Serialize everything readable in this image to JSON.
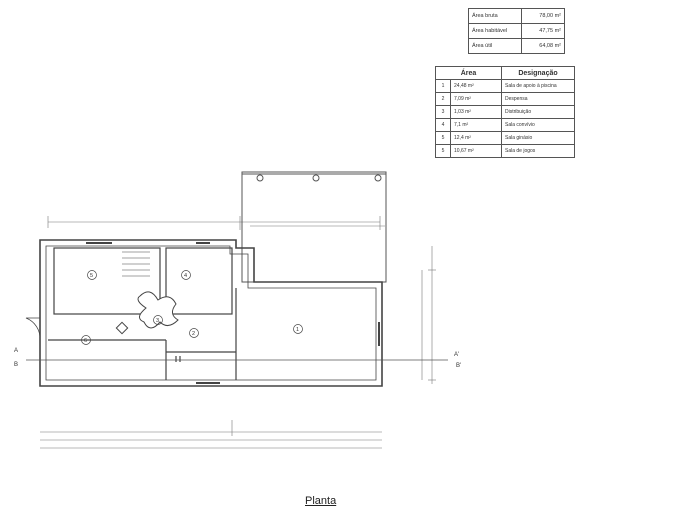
{
  "area_summary": [
    {
      "label": "Área bruta",
      "value": "78,00 m²"
    },
    {
      "label": "Área habitável",
      "value": "47,75 m²"
    },
    {
      "label": "Área útil",
      "value": "64,08 m²"
    }
  ],
  "rooms_table": {
    "headers": {
      "area": "Área",
      "designation": "Designação"
    },
    "rows": [
      {
        "num": "1",
        "area": "24,48 m²",
        "name": "Sala de apoio à piscina"
      },
      {
        "num": "2",
        "area": "7,09 m²",
        "name": "Despensa"
      },
      {
        "num": "3",
        "area": "1,03 m²",
        "name": "Distribuição"
      },
      {
        "num": "4",
        "area": "7,1 m²",
        "name": "Sala convívio"
      },
      {
        "num": "5",
        "area": "12,4 m²",
        "name": "Sala ginásio"
      },
      {
        "num": "5",
        "area": "10,67 m²",
        "name": "Sala de jogos"
      }
    ]
  },
  "room_markers": [
    "1",
    "2",
    "3",
    "4",
    "5",
    "6"
  ],
  "section_markers": {
    "a": "A",
    "b": "B",
    "a_prime": "A'",
    "b_prime": "B'"
  },
  "caption": "Planta"
}
